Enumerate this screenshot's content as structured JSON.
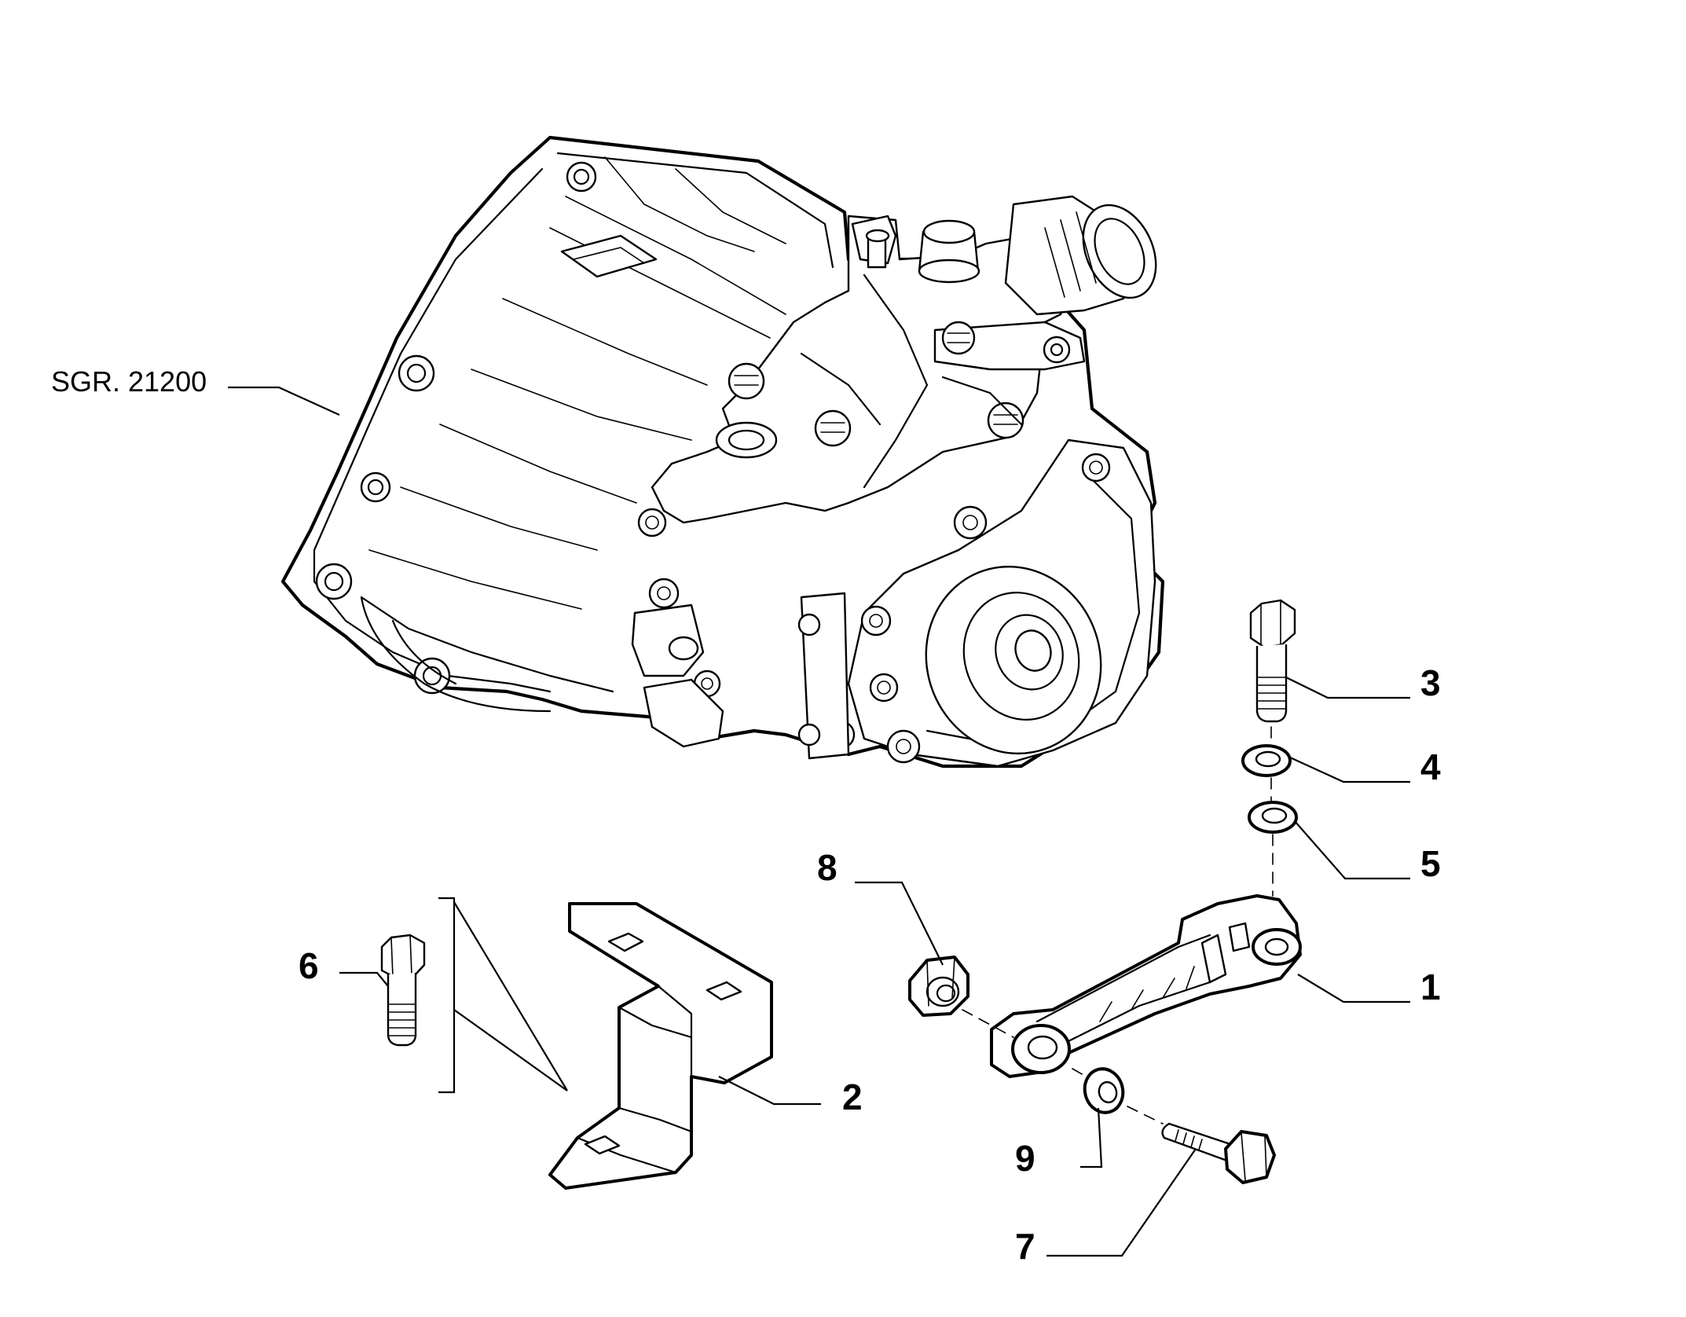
{
  "reference": {
    "label": "SGR. 21200"
  },
  "callouts": [
    {
      "id": "1",
      "text": "1"
    },
    {
      "id": "2",
      "text": "2"
    },
    {
      "id": "3",
      "text": "3"
    },
    {
      "id": "4",
      "text": "4"
    },
    {
      "id": "5",
      "text": "5"
    },
    {
      "id": "6",
      "text": "6"
    },
    {
      "id": "7",
      "text": "7"
    },
    {
      "id": "8",
      "text": "8"
    },
    {
      "id": "9",
      "text": "9"
    }
  ]
}
